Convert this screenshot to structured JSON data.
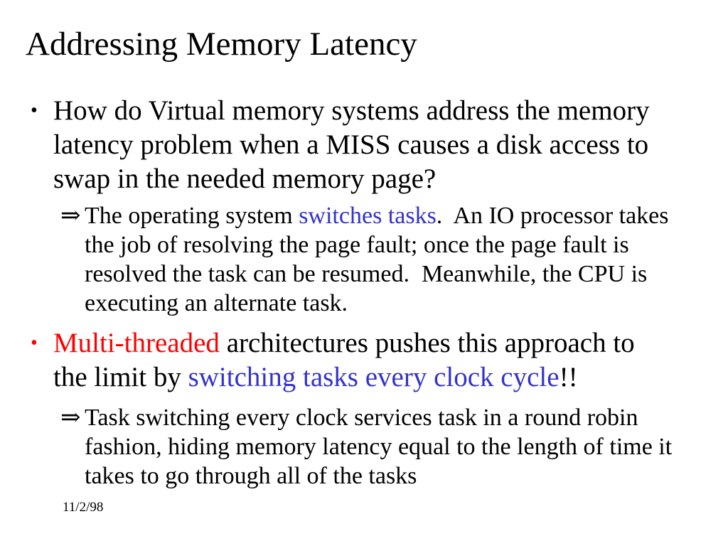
{
  "colors": {
    "black": "#000000",
    "blue": "#3333CC",
    "red": "#FF0000",
    "background": "#FFFFFF"
  },
  "slide": {
    "title": "Addressing Memory Latency",
    "footer_date": "11/2/98"
  },
  "paragraphs": [
    {
      "level": 1,
      "marker": "•",
      "marker_color": "black",
      "lines": [
        {
          "segments": [
            {
              "text": "How do Virtual memory systems address the memory",
              "color": "black"
            }
          ]
        },
        {
          "segments": [
            {
              "text": "latency problem when a MISS causes a disk access to",
              "color": "black"
            }
          ]
        },
        {
          "segments": [
            {
              "text": "swap in the needed memory page?",
              "color": "black"
            }
          ]
        }
      ]
    },
    {
      "level": 2,
      "marker": "⇒",
      "marker_color": "black",
      "lines": [
        {
          "segments": [
            {
              "text": "The operating system ",
              "color": "black"
            },
            {
              "text": "switches tasks",
              "color": "blue"
            },
            {
              "text": ".  An IO processor takes",
              "color": "black"
            }
          ]
        },
        {
          "segments": [
            {
              "text": "the job of resolving the page fault; once the page fault is",
              "color": "black"
            }
          ]
        },
        {
          "segments": [
            {
              "text": "resolved the task can be resumed.  Meanwhile, the CPU is",
              "color": "black"
            }
          ]
        },
        {
          "segments": [
            {
              "text": "executing an alternate task.",
              "color": "black"
            }
          ]
        }
      ]
    },
    {
      "level": 1,
      "marker": "•",
      "marker_color": "red",
      "lines": [
        {
          "segments": [
            {
              "text": "Multi-threaded",
              "color": "red"
            },
            {
              "text": " architectures pushes this approach to",
              "color": "black"
            }
          ]
        },
        {
          "segments": [
            {
              "text": "the limit by ",
              "color": "black"
            },
            {
              "text": "switching tasks every clock cycle",
              "color": "blue"
            },
            {
              "text": "!!",
              "color": "black"
            }
          ]
        }
      ]
    },
    {
      "level": 2,
      "marker": "⇒",
      "marker_color": "black",
      "lines": [
        {
          "segments": [
            {
              "text": "Task switching every clock services task in a round robin",
              "color": "black"
            }
          ]
        },
        {
          "segments": [
            {
              "text": "fashion, hiding memory latency equal to the length of time it",
              "color": "black"
            }
          ]
        },
        {
          "segments": [
            {
              "text": "takes to go through all of the tasks",
              "color": "black"
            }
          ]
        }
      ]
    }
  ]
}
